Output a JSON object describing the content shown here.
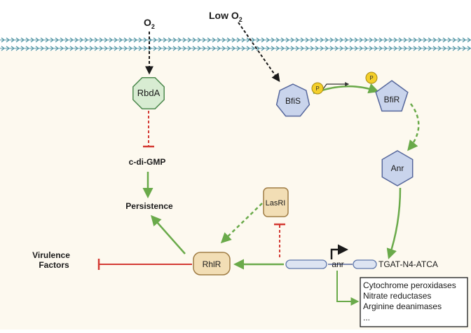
{
  "labels": {
    "o2": "O",
    "o2_sub": "2",
    "low_o2": "Low O",
    "low_o2_sub": "2",
    "rbda": "RbdA",
    "cdigmp": "c-di-GMP",
    "persistence": "Persistence",
    "bfis": "BfiS",
    "bfir": "BfiR",
    "phospho": "P",
    "anr_protein": "Anr",
    "lasri": "LasRI",
    "rhlr": "RhlR",
    "virulence_line1": "Virulence",
    "virulence_line2": "Factors",
    "anr_gene": "anr",
    "motif": "TGAT-N4-ATCA"
  },
  "target_genes": [
    "Cytochrome peroxidases",
    "Nitrate reductases",
    "Arginine deanimases",
    "..."
  ],
  "colors": {
    "background": "#fdf9ef",
    "membrane": "#5a9aa8",
    "membrane_bead": "#9cc8d2",
    "rbda_fill": "#d8ecd2",
    "rbda_stroke": "#4f8a4f",
    "hexagon_fill": "#c9d4ec",
    "hexagon_stroke": "#56679c",
    "phospho_fill": "#f4cf2a",
    "phospho_stroke": "#a88a10",
    "box_fill": "#f2deb5",
    "box_stroke": "#a07d45",
    "activation": "#6aaa4a",
    "inhibition": "#d43a33",
    "dna_fill": "#dde4f2",
    "dna_stroke": "#5f78ad"
  }
}
